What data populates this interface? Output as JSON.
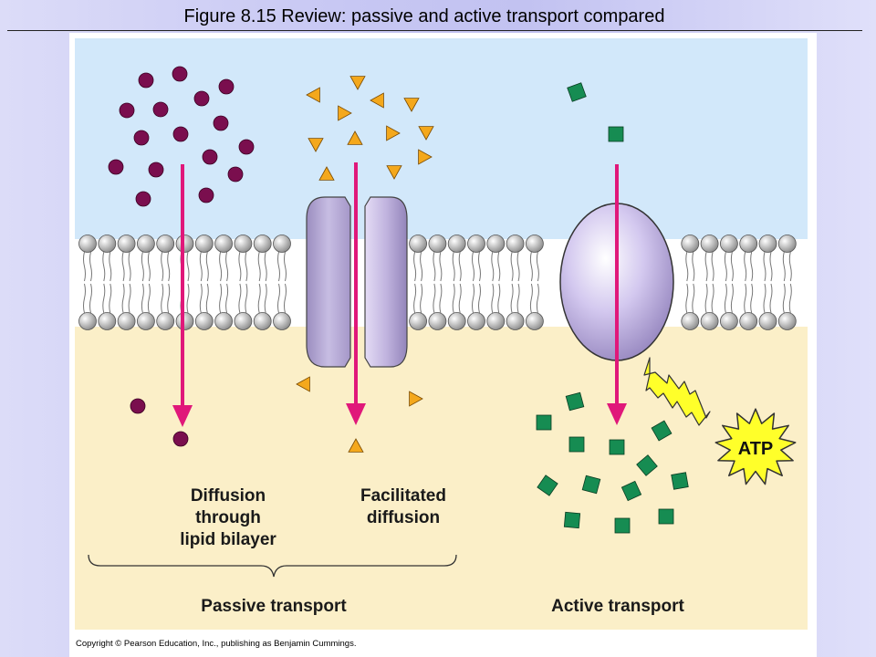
{
  "slide": {
    "title": "Figure 8.15  Review: passive and active transport compared",
    "copyright": "Copyright © Pearson Education, Inc., publishing as Benjamin Cummings."
  },
  "diagram": {
    "labels": {
      "diffusion": [
        "Diffusion",
        "through",
        "lipid bilayer"
      ],
      "facilitated": [
        "Facilitated",
        "diffusion"
      ],
      "passive": "Passive transport",
      "active": "Active transport",
      "atp": "ATP"
    },
    "colors": {
      "extracellular": "#d2e8fa",
      "cytoplasm": "#fbefc8",
      "arrow": "#e0187a",
      "small_molecule": "#7a0e4e",
      "triangle_solute": "#f4a81c",
      "square_solute": "#168c52",
      "channel_protein": "#bcb0d8",
      "pump_protein": "#c4b6e4",
      "atp_burst": "#ffff2a"
    },
    "icons": [
      "phospholipid-head-icon",
      "lightning-bolt-icon",
      "atp-burst-icon",
      "molecule-circle-icon",
      "solute-triangle-icon",
      "solute-square-icon"
    ]
  }
}
